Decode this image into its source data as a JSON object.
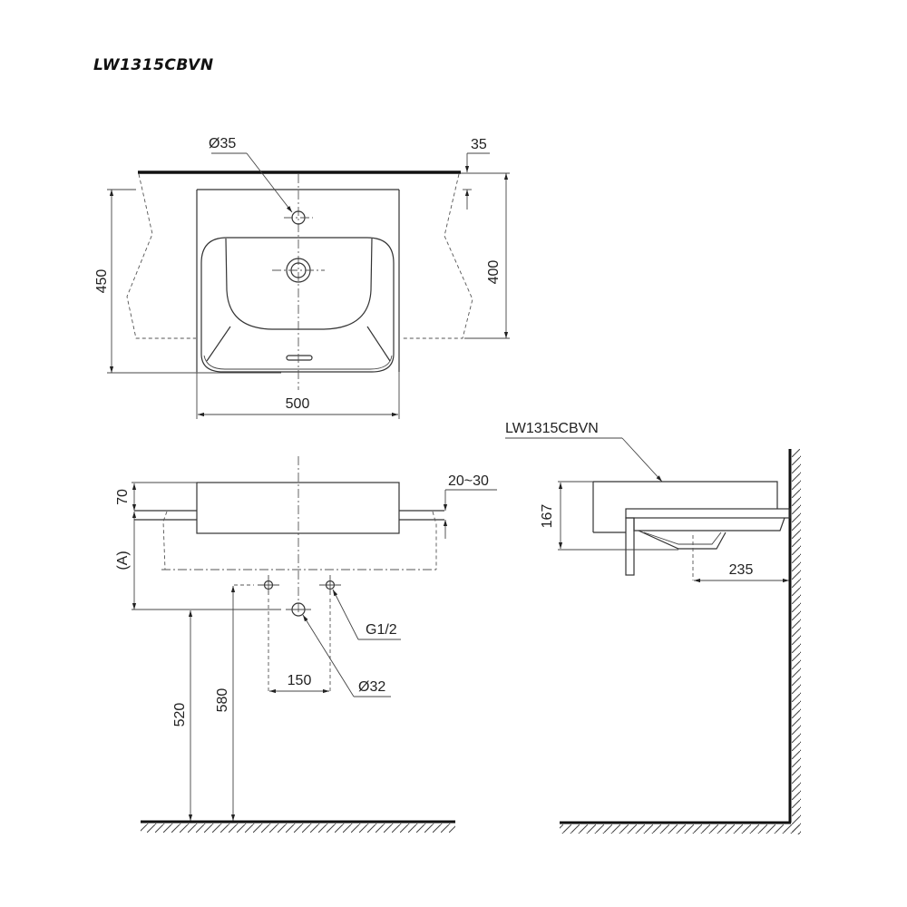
{
  "title": "LW1315CBVN",
  "top_view": {
    "hole_diameter": "Ø35",
    "deck_thickness": "35",
    "depth_total": "450",
    "depth_bowl": "400",
    "width": "500"
  },
  "front_view": {
    "basin_height": "70",
    "counter_thickness": "20~30",
    "install_height": "(A)",
    "supply_spacing": "150",
    "supply_thread": "G1/2",
    "drain_diameter": "Ø32",
    "drain_height": "520",
    "supply_height": "580"
  },
  "side_view": {
    "model_label": "LW1315CBVN",
    "total_height": "167",
    "drain_to_wall": "235"
  }
}
